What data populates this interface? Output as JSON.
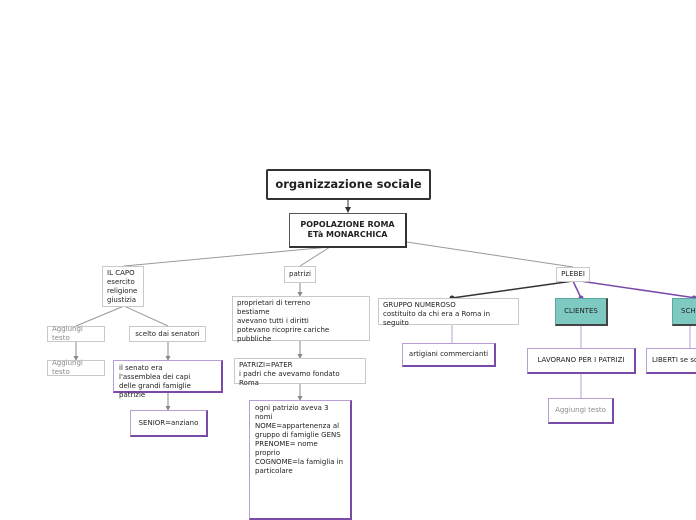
{
  "root": "organizzazione sociale",
  "main": "POPOLAZIONE ROMA\nETà MONARCHICA",
  "il_capo": "IL CAPO\nesercito\nreligione\ngiustizia",
  "aggiungi_1": "Aggiungi testo",
  "aggiungi_2": "Aggiungi testo",
  "scelto": "scelto dai senatori",
  "senato": "il senato era\nl'assemblea dei capi\ndelle grandi famiglie patrizie",
  "senior": "SENIOR=anziano",
  "patrizi": "patrizi",
  "proprietari": "proprietari di terreno\nbestiame\navevano tutti i diritti\npotevano ricoprire cariche pubbliche",
  "pater": "PATRIZI=PATER\ni padri che avevamo fondato Roma",
  "ogni": "ogni patrizio aveva 3\nnomi\n NOME=appartenenza al\ngruppo di famiglie GENS\nPRENOME= nome\nproprio\nCOGNOME=la famiglia in\nparticolare",
  "plebei": "PLEBEI",
  "gruppo": "GRUPPO NUMEROSO\ncostituito da chi era a Roma in  seguito",
  "artigiani": "artigiani commercianti",
  "clientes": "CLIENTES",
  "lavorano": "LAVORANO PER I PATRIZI",
  "aggiungi_3": "Aggiungi testo",
  "schiavi": "SCHIAVI",
  "liberti": "LIBERTI se sch",
  "colors": {
    "purple": "#7a4aa8",
    "teal": "#7ecac3",
    "line": "#999999",
    "dark": "#333333"
  }
}
